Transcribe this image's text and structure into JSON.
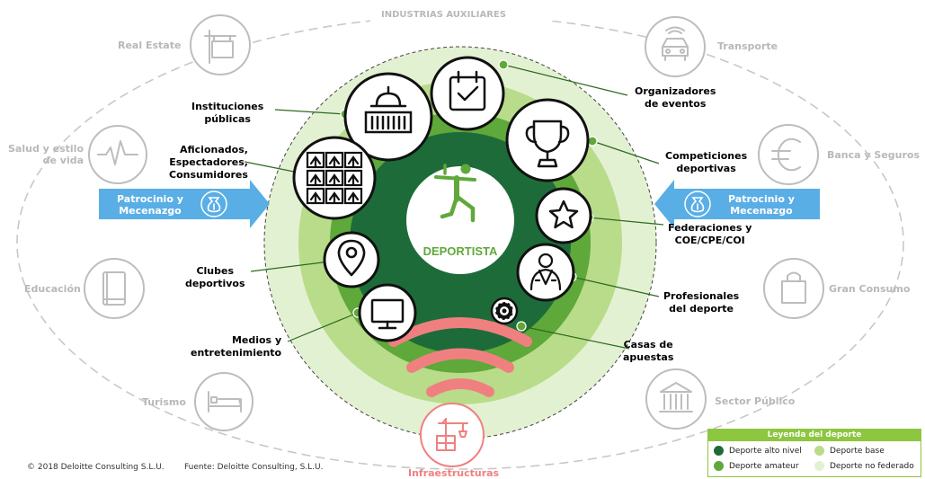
{
  "header": {
    "top_label": "INDUSTRIAS AUXILIARES"
  },
  "center": {
    "label": "DEPORTISTA",
    "icon": "athlete-icon"
  },
  "auxiliary": {
    "left": [
      {
        "label": "Real Estate",
        "icon": "building-sign-icon"
      },
      {
        "label": "Salud y estilo\nde vida",
        "icon": "heartbeat-icon"
      },
      {
        "label": "Educación",
        "icon": "book-icon"
      },
      {
        "label": "Turismo",
        "icon": "bed-icon"
      }
    ],
    "right": [
      {
        "label": "Transporte",
        "icon": "car-icon"
      },
      {
        "label": "Banca y Seguros",
        "icon": "euro-icon"
      },
      {
        "label": "Gran Consumo",
        "icon": "shopping-bag-icon"
      },
      {
        "label": "Sector Público",
        "icon": "government-building-icon"
      }
    ],
    "bottom": {
      "label": "Infraestructuras",
      "icon": "crane-icon"
    }
  },
  "sponsorship": {
    "left_label": "Patrocinio y\nMecenazgo",
    "right_label": "Patrocinio y\nMecenazgo",
    "icon": "money-bag-icon"
  },
  "stakeholders": [
    {
      "label": "Instituciones\npúblicas",
      "icon": "capitol-icon"
    },
    {
      "label": "Organizadores\nde eventos",
      "icon": "calendar-check-icon"
    },
    {
      "label": "Competiciones\ndeportivas",
      "icon": "trophy-icon"
    },
    {
      "label": "Aficionados,\nEspectadores,\nConsumidores",
      "icon": "fans-icon"
    },
    {
      "label": "Federaciones y\nCOE/CPE/COI",
      "icon": "star-icon"
    },
    {
      "label": "Clubes\ndeportivos",
      "icon": "location-pin-icon"
    },
    {
      "label": "Profesionales\ndel deporte",
      "icon": "professional-icon"
    },
    {
      "label": "Medios y\nentretenimiento",
      "icon": "monitor-icon"
    },
    {
      "label": "Casas de\napuestas",
      "icon": "poker-chip-icon"
    }
  ],
  "legend": {
    "title": "Leyenda del deporte",
    "items": [
      {
        "label": "Deporte alto nivel",
        "color": "#1e6b3a"
      },
      {
        "label": "Deporte base",
        "color": "#b9dc8a"
      },
      {
        "label": "Deporte amateur",
        "color": "#5fa83a"
      },
      {
        "label": "Deporte no federado",
        "color": "#e3f1d3"
      }
    ]
  },
  "footer": {
    "copyright": "© 2018 Deloitte Consulting S.L.U.",
    "source": "Fuente: Deloitte Consulting, S.L.U."
  },
  "colors": {
    "dark_green": "#1e6b3a",
    "medium_green": "#5fa83a",
    "light_green": "#b9dc8a",
    "pale_green": "#e3f1d3",
    "arrow_blue": "#5aaee6",
    "infra_red": "#f08080",
    "aux_gray": "#b8b8b8"
  }
}
